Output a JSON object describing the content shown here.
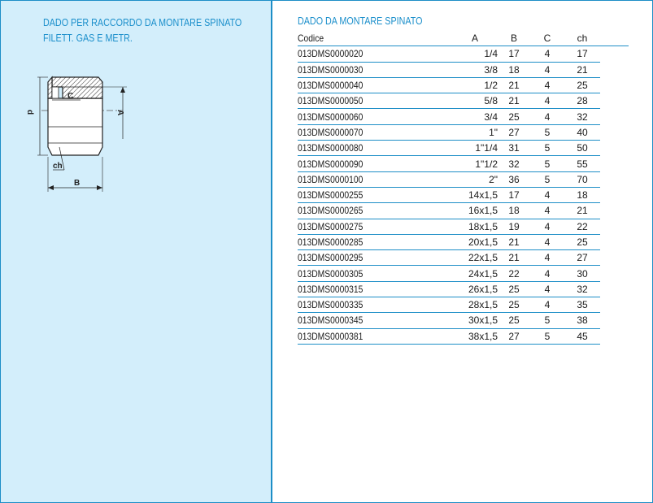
{
  "left_panel": {
    "title_line1": "DADO PER RACCORDO DA MONTARE SPINATO",
    "title_line2": "FILETT. GAS E METR.",
    "drawing_labels": {
      "c": "C",
      "d": "d",
      "a": "A",
      "ch": "ch",
      "b": "B"
    }
  },
  "right_panel": {
    "title": "DADO DA MONTARE SPINATO",
    "columns": [
      "Codice",
      "A",
      "B",
      "C",
      "ch"
    ],
    "rows": [
      [
        "013DMS0000020",
        "1/4",
        "17",
        "4",
        "17"
      ],
      [
        "013DMS0000030",
        "3/8",
        "18",
        "4",
        "21"
      ],
      [
        "013DMS0000040",
        "1/2",
        "21",
        "4",
        "25"
      ],
      [
        "013DMS0000050",
        "5/8",
        "21",
        "4",
        "28"
      ],
      [
        "013DMS0000060",
        "3/4",
        "25",
        "4",
        "32"
      ],
      [
        "013DMS0000070",
        "1\"",
        "27",
        "5",
        "40"
      ],
      [
        "013DMS0000080",
        "1\"1/4",
        "31",
        "5",
        "50"
      ],
      [
        "013DMS0000090",
        "1\"1/2",
        "32",
        "5",
        "55"
      ],
      [
        "013DMS0000100",
        "2\"",
        "36",
        "5",
        "70"
      ],
      [
        "013DMS0000255",
        "14x1,5",
        "17",
        "4",
        "18"
      ],
      [
        "013DMS0000265",
        "16x1,5",
        "18",
        "4",
        "21"
      ],
      [
        "013DMS0000275",
        "18x1,5",
        "19",
        "4",
        "22"
      ],
      [
        "013DMS0000285",
        "20x1,5",
        "21",
        "4",
        "25"
      ],
      [
        "013DMS0000295",
        "22x1,5",
        "21",
        "4",
        "27"
      ],
      [
        "013DMS0000305",
        "24x1,5",
        "22",
        "4",
        "30"
      ],
      [
        "013DMS0000315",
        "26x1,5",
        "25",
        "4",
        "32"
      ],
      [
        "013DMS0000335",
        "28x1,5",
        "25",
        "4",
        "35"
      ],
      [
        "013DMS0000345",
        "30x1,5",
        "25",
        "5",
        "38"
      ],
      [
        "013DMS0000381",
        "38x1,5",
        "27",
        "5",
        "45"
      ]
    ]
  },
  "colors": {
    "accent": "#1b8fcb",
    "panel_bg": "#d3eefb",
    "border": "#1d8ec7"
  }
}
